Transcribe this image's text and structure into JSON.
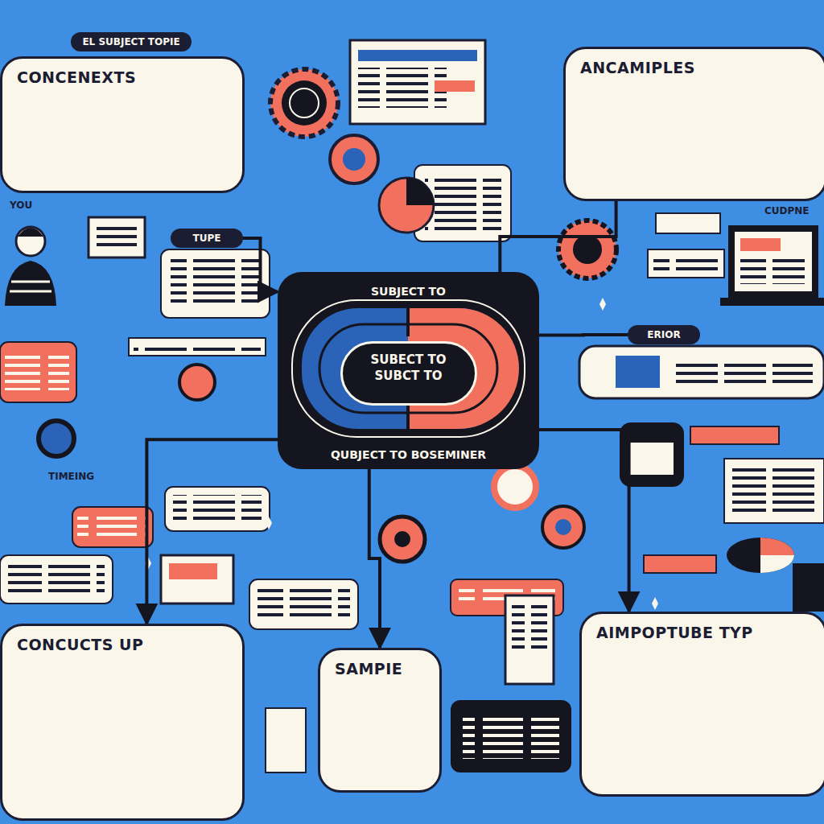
{
  "diagram": {
    "nodes": [
      {
        "text": [
          "CONCENEXTS"
        ]
      },
      {
        "text": [
          "EL SUBJECT TOPIE"
        ]
      },
      {
        "text": [
          "ANCAMIPLES"
        ]
      },
      {
        "text": [
          "TUPE"
        ]
      },
      {
        "text": [
          "SUBJECT TO",
          "QUBJECT TO BOSEMINER"
        ]
      },
      {
        "text": [
          "SUBECT TO SUBCT TO"
        ],
        "in": 4
      },
      {
        "text": [
          "ERIOR"
        ]
      },
      {
        "text": [
          "CONCUCTS UP"
        ]
      },
      {
        "text": [
          "SAMPIE"
        ]
      },
      {
        "text": [
          "AIMPOPTUBE TYP"
        ]
      }
    ],
    "edges": [
      {
        "from": 3,
        "to": 4,
        "arrow": "to"
      },
      {
        "from": 4,
        "to": 6,
        "arrow": "none"
      },
      {
        "from": 4,
        "to": 8,
        "arrow": "to"
      },
      {
        "from": 2,
        "to": 4,
        "arrow": "none"
      },
      {
        "from": 4,
        "to": 9,
        "arrow": "to"
      },
      {
        "from": 4,
        "to": 7,
        "arrow": "to"
      }
    ],
    "labels": [
      "YOU",
      "TIMEING",
      "CUDPNE"
    ]
  }
}
